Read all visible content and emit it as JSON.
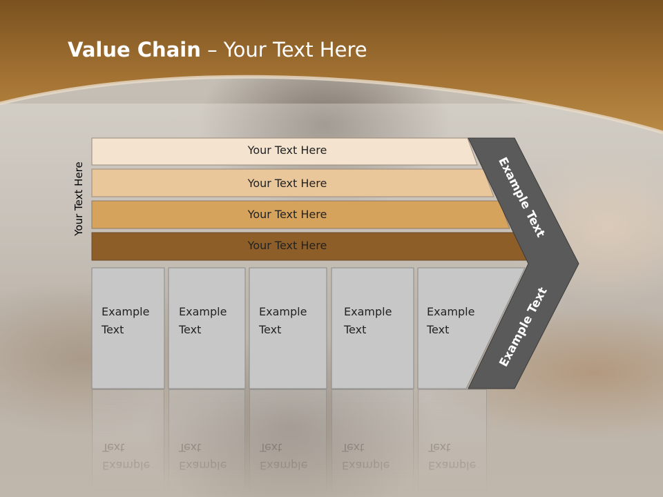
{
  "slide": {
    "title_strong": "Value Chain",
    "title_rest": " – Your Text Here",
    "side_label": "Your Text Here",
    "rows": [
      {
        "label": "Your Text Here",
        "color": "#f3e3cf"
      },
      {
        "label": "Your Text Here",
        "color": "#e9c79a"
      },
      {
        "label": "Your Text Here",
        "color": "#d6a35c"
      },
      {
        "label": "Your Text Here",
        "color": "#8e5e28"
      }
    ],
    "blocks": [
      {
        "line1": "Example",
        "line2": "Text"
      },
      {
        "line1": "Example",
        "line2": "Text"
      },
      {
        "line1": "Example",
        "line2": "Text"
      },
      {
        "line1": "Example",
        "line2": "Text"
      },
      {
        "line1": "Example",
        "line2": "Text"
      }
    ],
    "chevron_top_label": "Example Text",
    "chevron_bottom_label": "Example Text",
    "colors": {
      "header_dark": "#7a521f",
      "header_light": "#b07f3a",
      "block_fill": "#c7c7c7",
      "chevron_fill": "#5a5a5a"
    }
  }
}
